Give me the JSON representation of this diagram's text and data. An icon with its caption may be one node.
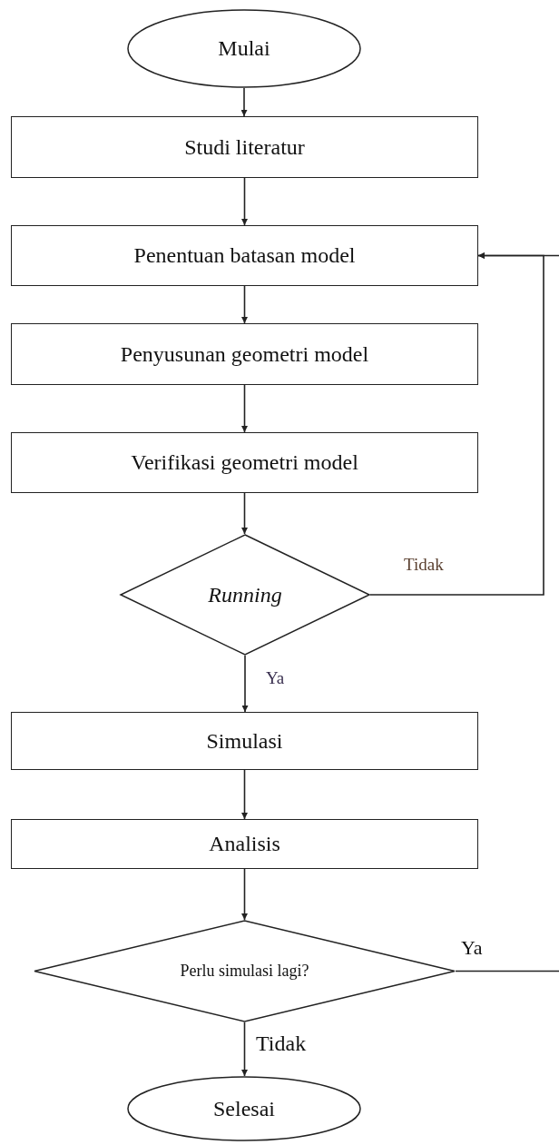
{
  "diagram": {
    "nodes": [
      {
        "text": [
          "Mulai"
        ]
      },
      {
        "text": [
          "Studi literatur"
        ]
      },
      {
        "text": [
          "Penentuan batasan model"
        ]
      },
      {
        "text": [
          "Penyusunan geometri model"
        ]
      },
      {
        "text": [
          "Verifikasi geometri model"
        ]
      },
      {
        "text": [
          "Running"
        ]
      },
      {
        "text": [
          "Simulasi"
        ]
      },
      {
        "text": [
          "Analisis"
        ]
      },
      {
        "text": [
          "Perlu simulasi lagi?"
        ]
      },
      {
        "text": [
          "Selesai"
        ]
      }
    ],
    "edges": [
      {
        "from": 0,
        "to": 1,
        "arrow": "to"
      },
      {
        "from": 1,
        "to": 2,
        "arrow": "to"
      },
      {
        "from": 2,
        "to": 3,
        "arrow": "to"
      },
      {
        "from": 3,
        "to": 4,
        "arrow": "to"
      },
      {
        "from": 4,
        "to": 5,
        "arrow": "to"
      },
      {
        "from": 5,
        "to": 2,
        "arrow": "to",
        "label": "Tidak"
      },
      {
        "from": 5,
        "to": 6,
        "arrow": "to",
        "label": "Ya"
      },
      {
        "from": 6,
        "to": 7,
        "arrow": "to"
      },
      {
        "from": 7,
        "to": 8,
        "arrow": "to"
      },
      {
        "from": 8,
        "to": 2,
        "arrow": "to",
        "label": "Ya"
      },
      {
        "from": 8,
        "to": 9,
        "arrow": "to",
        "label": "Tidak"
      }
    ]
  }
}
